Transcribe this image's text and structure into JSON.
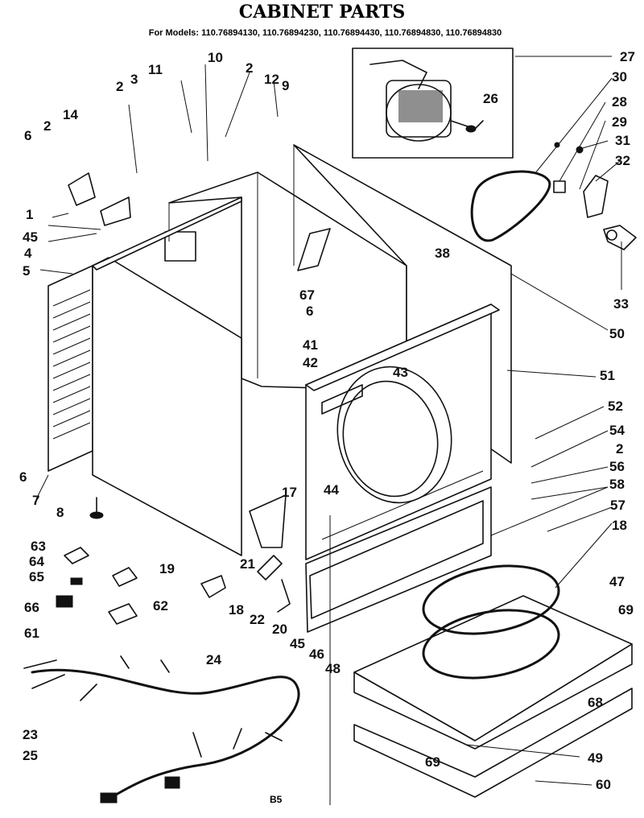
{
  "header": {
    "title": "CABINET PARTS",
    "subtitle": "For Models: 110.76894130, 110.76894230, 110.76894430, 110.76894830, 110.76894830"
  },
  "footer": {
    "page_code": "B5"
  },
  "callouts": [
    "1",
    "2",
    "3",
    "4",
    "5",
    "6",
    "7",
    "8",
    "9",
    "10",
    "11",
    "12",
    "14",
    "17",
    "18",
    "19",
    "20",
    "21",
    "22",
    "23",
    "24",
    "25",
    "26",
    "27",
    "28",
    "29",
    "30",
    "31",
    "32",
    "33",
    "38",
    "41",
    "42",
    "43",
    "44",
    "45",
    "46",
    "47",
    "48",
    "49",
    "50",
    "51",
    "52",
    "54",
    "56",
    "57",
    "58",
    "60",
    "61",
    "62",
    "63",
    "64",
    "65",
    "66",
    "67",
    "68",
    "69"
  ]
}
